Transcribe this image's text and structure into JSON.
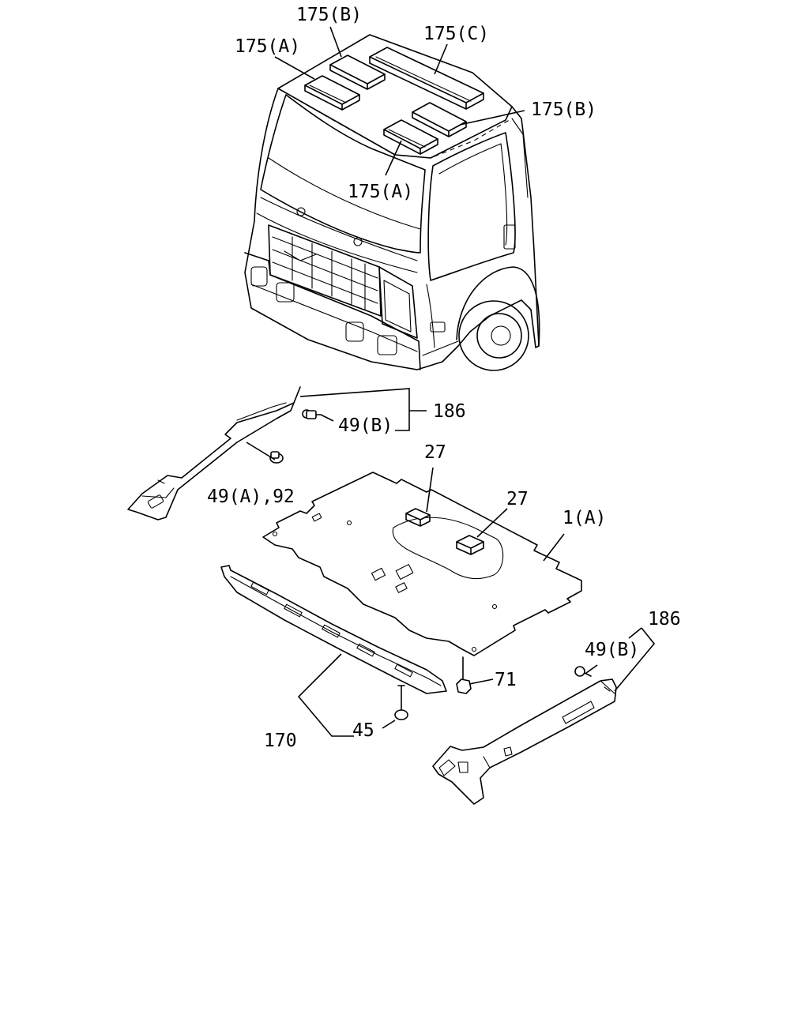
{
  "callouts": {
    "c175b_top": "175(B)",
    "c175a_top": "175(A)",
    "c175c": "175(C)",
    "c175b_right": "175(B)",
    "c175a_mid": "175(A)",
    "c186_top": "186",
    "c49b_top": "49(B)",
    "c49a92": "49(A),92",
    "c27_a": "27",
    "c27_b": "27",
    "c1a": "1(A)",
    "c186_bottom": "186",
    "c49b_bottom": "49(B)",
    "c71": "71",
    "c170": "170",
    "c45": "45"
  }
}
